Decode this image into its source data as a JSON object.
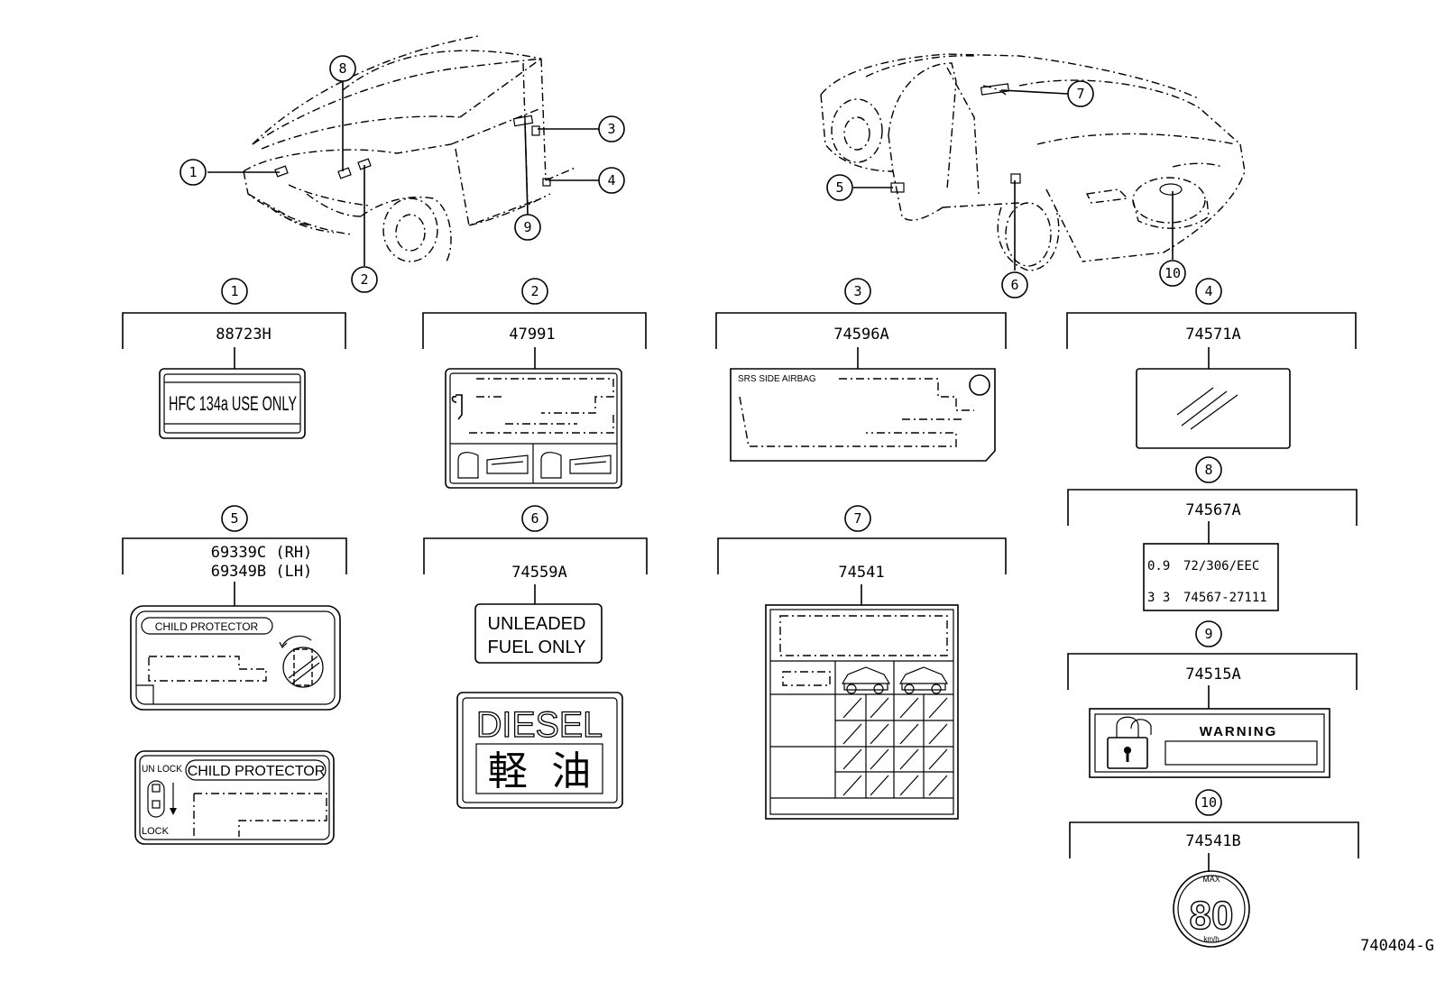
{
  "drawing_code": "740404-G",
  "callout_numbers": [
    "1",
    "2",
    "3",
    "4",
    "5",
    "6",
    "7",
    "8",
    "9",
    "10"
  ],
  "parts": {
    "p1": {
      "callout": "1",
      "part_number": "88723H",
      "label_text": "HFC 134a USE ONLY"
    },
    "p2": {
      "callout": "2",
      "part_number": "47991"
    },
    "p3": {
      "callout": "3",
      "part_number": "74596A",
      "label_text": "SRS SIDE AIRBAG"
    },
    "p4": {
      "callout": "4",
      "part_number": "74571A"
    },
    "p5": {
      "callout": "5",
      "part_number_rh": "69339C (RH)",
      "part_number_lh": "69349B (LH)",
      "label_a_title": "CHILD PROTECTOR",
      "label_b_title": "CHILD PROTECTOR",
      "label_b_unlock": "UN LOCK",
      "label_b_lock": "LOCK"
    },
    "p6": {
      "callout": "6",
      "part_number": "74559A",
      "label_line1": "UNLEADED",
      "label_line2": "FUEL ONLY",
      "diesel_text": "DIESEL",
      "diesel_kanji": "軽 油"
    },
    "p7": {
      "callout": "7",
      "part_number": "74541"
    },
    "p8": {
      "callout": "8",
      "part_number": "74567A",
      "row1_left": "0.9",
      "row1_right": "72/306/EEC",
      "row2_left": "3 3",
      "row2_right": "74567-27111"
    },
    "p9": {
      "callout": "9",
      "part_number": "74515A",
      "label_text": "WARNING"
    },
    "p10": {
      "callout": "10",
      "part_number": "74541B",
      "max_text": "MAX",
      "speed": "80",
      "unit": "km/h"
    }
  }
}
